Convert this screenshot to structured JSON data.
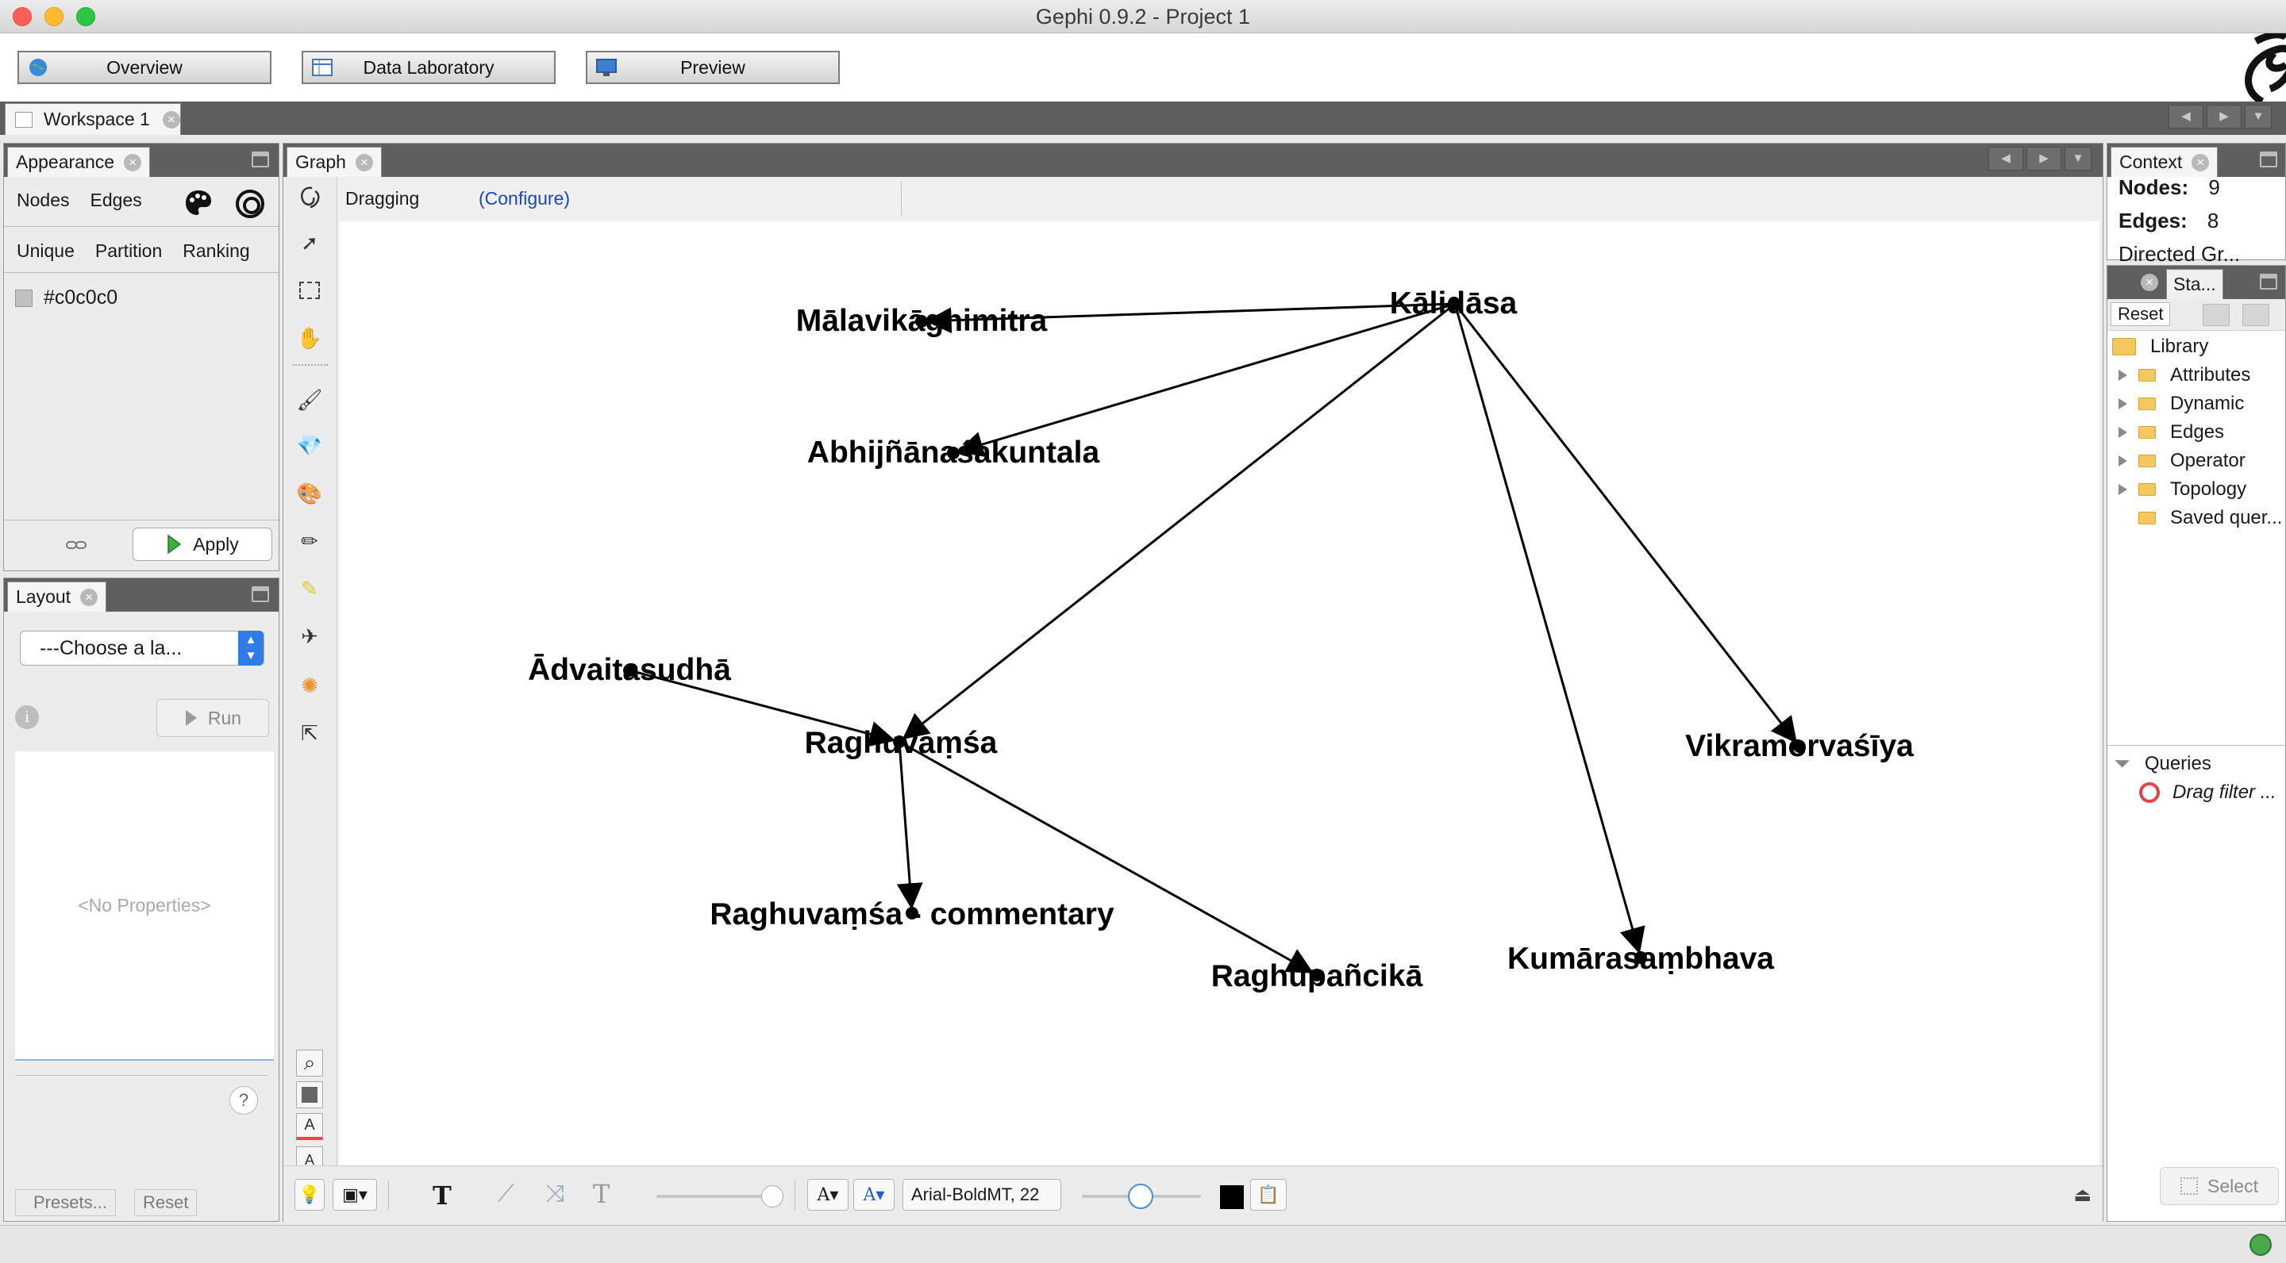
{
  "window": {
    "title": "Gephi 0.9.2 - Project 1"
  },
  "modes": {
    "overview": "Overview",
    "data_laboratory": "Data Laboratory",
    "preview": "Preview"
  },
  "workspace": {
    "tab_label": "Workspace 1"
  },
  "appearance": {
    "title": "Appearance",
    "element_tabs": [
      "Nodes",
      "Edges"
    ],
    "mode_tabs": [
      "Unique",
      "Partition",
      "Ranking"
    ],
    "color_value": "#c0c0c0",
    "apply_label": "Apply"
  },
  "layout": {
    "title": "Layout",
    "select_value": "---Choose a la...",
    "run_label": "Run",
    "no_properties": "<No Properties>",
    "presets_label": "Presets...",
    "reset_label": "Reset"
  },
  "graph": {
    "tab_label": "Graph",
    "mode_label": "Dragging",
    "configure_label": "(Configure)",
    "font_value": "Arial-BoldMT, 22",
    "edge_color": "#000000",
    "node_color": "#000000",
    "nodes": [
      {
        "id": "kalidasa",
        "label": "Kālidāsa"
      },
      {
        "id": "malavikagnimitra",
        "label": "Mālavikāgnimitra"
      },
      {
        "id": "abhijnanasakuntala",
        "label": "Abhijñānaśakuntala"
      },
      {
        "id": "advaitasudha",
        "label": "Ādvaitasudhā"
      },
      {
        "id": "raghuvamsa",
        "label": "Raghuvaṃśa"
      },
      {
        "id": "raghuvamsa_commentary",
        "label": "Raghuvaṃśa - commentary"
      },
      {
        "id": "raghupancika",
        "label": "Raghupañcikā"
      },
      {
        "id": "kumarasambhava",
        "label": "Kumārasaṃbhava"
      },
      {
        "id": "vikramorvasiya",
        "label": "Vikramorvaśīya"
      }
    ],
    "edges": [
      {
        "source": "kalidasa",
        "target": "malavikagnimitra"
      },
      {
        "source": "kalidasa",
        "target": "abhijnanasakuntala"
      },
      {
        "source": "kalidasa",
        "target": "raghuvamsa"
      },
      {
        "source": "kalidasa",
        "target": "kumarasambhava"
      },
      {
        "source": "kalidasa",
        "target": "vikramorvasiya"
      },
      {
        "source": "advaitasudha",
        "target": "raghuvamsa"
      },
      {
        "source": "raghuvamsa",
        "target": "raghuvamsa_commentary"
      },
      {
        "source": "raghuvamsa",
        "target": "raghupancika"
      }
    ]
  },
  "context": {
    "title": "Context",
    "nodes_label": "Nodes:",
    "nodes_value": "9",
    "edges_label": "Edges:",
    "edges_value": "8",
    "graph_type": "Directed Gr..."
  },
  "filters": {
    "tab_label": "Sta...",
    "reset_label": "Reset",
    "library_label": "Library",
    "library_items": [
      "Attributes",
      "Dynamic",
      "Edges",
      "Operator",
      "Topology",
      "Saved quer..."
    ],
    "queries_label": "Queries",
    "drag_filter_hint": "Drag filter ...",
    "select_label": "Select"
  }
}
